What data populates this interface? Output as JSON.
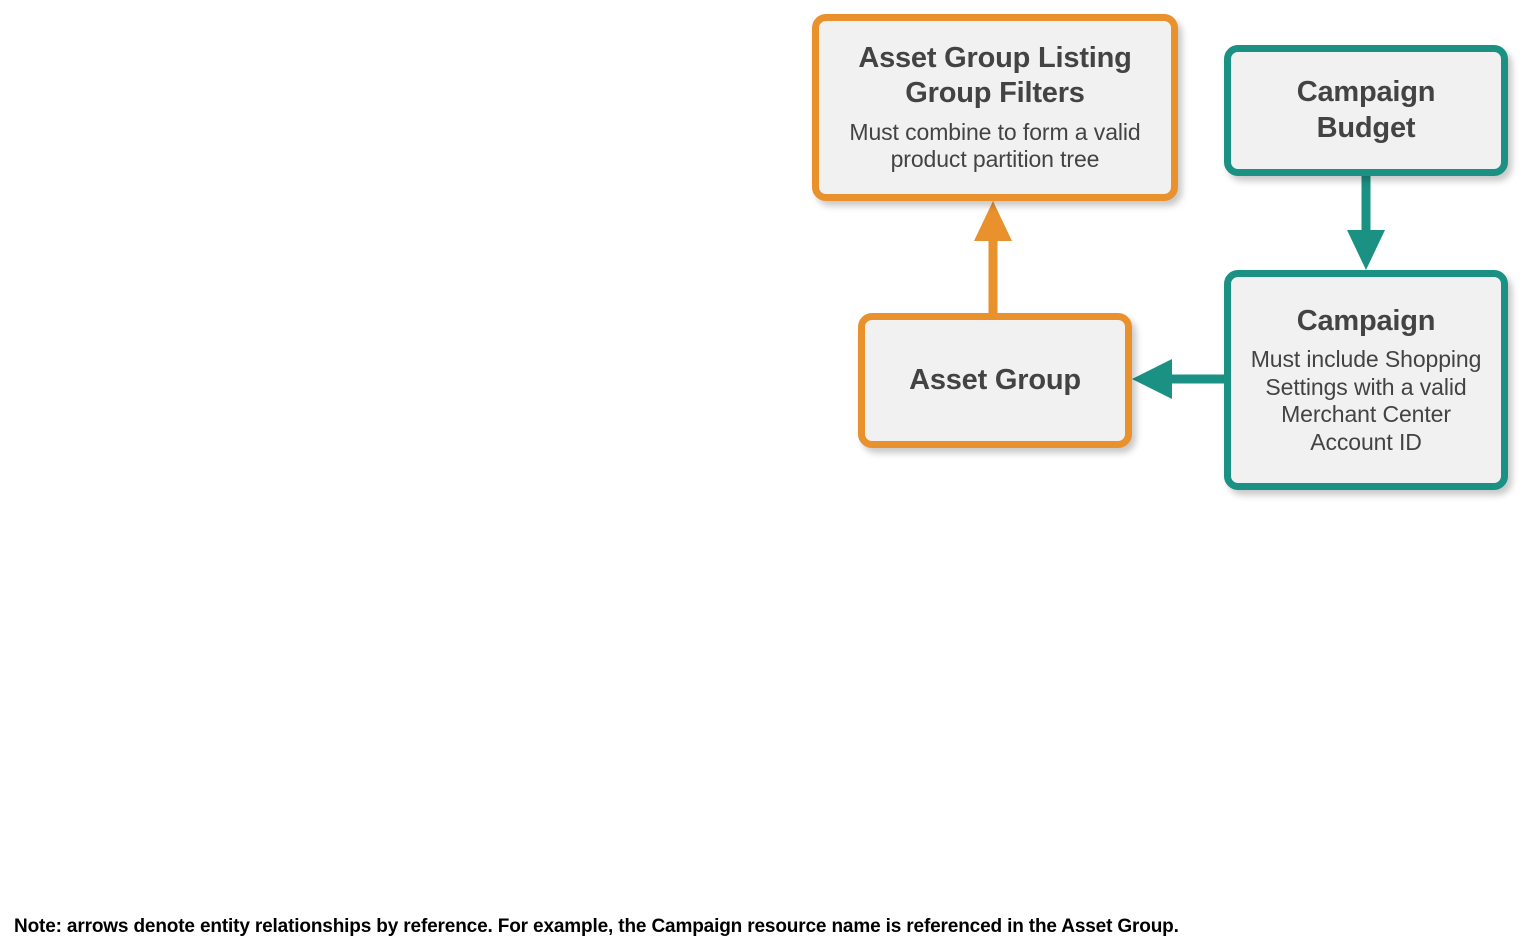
{
  "diagram": {
    "type": "entity-relationship",
    "colors": {
      "orange": "#e8912d",
      "teal": "#1b9183",
      "node_fill": "#f1f1f1",
      "text": "#434343",
      "note_text": "#000000"
    },
    "nodes": [
      {
        "id": "asset-group-listing-group-filters",
        "title": "Asset Group Listing Group Filters",
        "subtitle": "Must combine to form a valid product partition tree",
        "color": "orange"
      },
      {
        "id": "campaign-budget",
        "title": "Campaign Budget",
        "subtitle": "",
        "color": "teal"
      },
      {
        "id": "asset-group",
        "title": "Asset Group",
        "subtitle": "",
        "color": "orange"
      },
      {
        "id": "campaign",
        "title": "Campaign",
        "subtitle": "Must include Shopping Settings with a valid Merchant Center Account ID",
        "color": "teal"
      }
    ],
    "edges": [
      {
        "id": "asset-group-to-listing-group-filters",
        "from": "asset-group",
        "to": "asset-group-listing-group-filters",
        "direction": "up",
        "color": "orange"
      },
      {
        "id": "campaign-budget-to-campaign",
        "from": "campaign-budget",
        "to": "campaign",
        "direction": "down",
        "color": "teal"
      },
      {
        "id": "campaign-to-asset-group",
        "from": "campaign",
        "to": "asset-group",
        "direction": "left",
        "color": "teal"
      }
    ],
    "note": "Note: arrows denote entity relationships by reference. For example, the Campaign resource name is referenced in the Asset Group."
  }
}
